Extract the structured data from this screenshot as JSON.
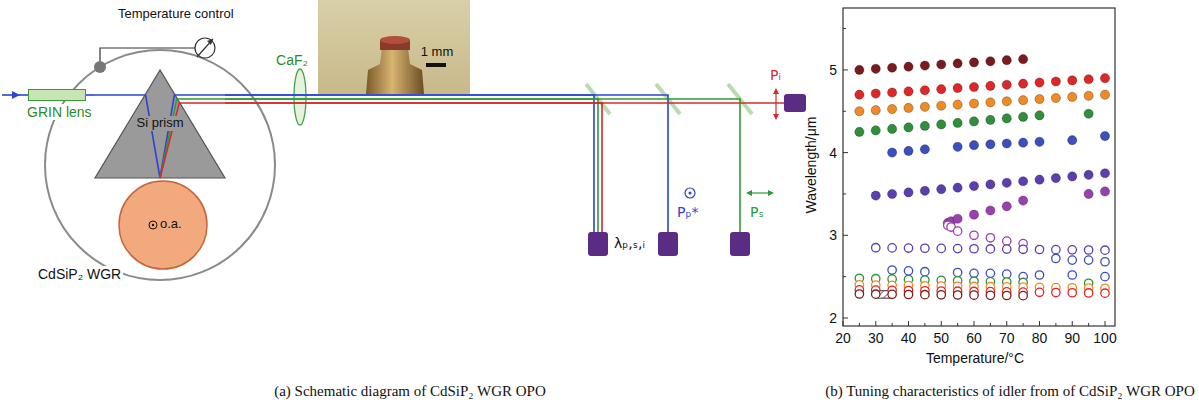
{
  "diagram": {
    "nodes": [
      {
        "text": [
          "GRIN lens"
        ]
      },
      {
        "text": [
          "Si prism"
        ]
      },
      {
        "text": [
          "o.a.",
          "CdSiP₂ WGR"
        ]
      },
      {
        "text": [
          "λₚ,ₛ,ᵢ"
        ]
      },
      {
        "text": [
          "Pₚ*"
        ]
      },
      {
        "text": [
          "Pₛ"
        ]
      },
      {
        "text": [
          "Pᵢ"
        ]
      }
    ],
    "edges": [
      {
        "from": 0,
        "to": 1,
        "arrow": "none"
      },
      {
        "from": 1,
        "to": 3,
        "arrow": "none"
      },
      {
        "from": 1,
        "to": 4,
        "arrow": "none"
      },
      {
        "from": 1,
        "to": 5,
        "arrow": "none"
      },
      {
        "from": 1,
        "to": 6,
        "arrow": "none"
      }
    ],
    "labels": [
      "Temperature control",
      "1 mm",
      "CaF₂",
      "(a) Schematic diagram of CdSiP₂ WGR OPO",
      "Wavelength/μm",
      "5",
      "4",
      "3",
      "2",
      "20",
      "30",
      "40",
      "50",
      "60",
      "70",
      "80",
      "90",
      "100",
      "Temperature/°C",
      "(b) Tuning characteristics of idler from of CdSiP₂ WGR OPO"
    ]
  }
}
